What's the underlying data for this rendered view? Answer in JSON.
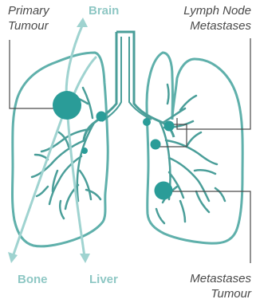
{
  "labels": {
    "primary_line1": "Primary",
    "primary_line2": "Tumour",
    "brain": "Brain",
    "lymph_line1": "Lymph Node",
    "lymph_line2": "Metastases",
    "bone": "Bone",
    "liver": "Liver",
    "meta_line1": "Metastases",
    "meta_line2": "Tumour"
  },
  "colors": {
    "outline": "#5fb0ab",
    "airway": "#4a9e99",
    "tumour": "#2a9c98",
    "arrow": "#9fd3d0",
    "leader": "#4a4a4a"
  }
}
